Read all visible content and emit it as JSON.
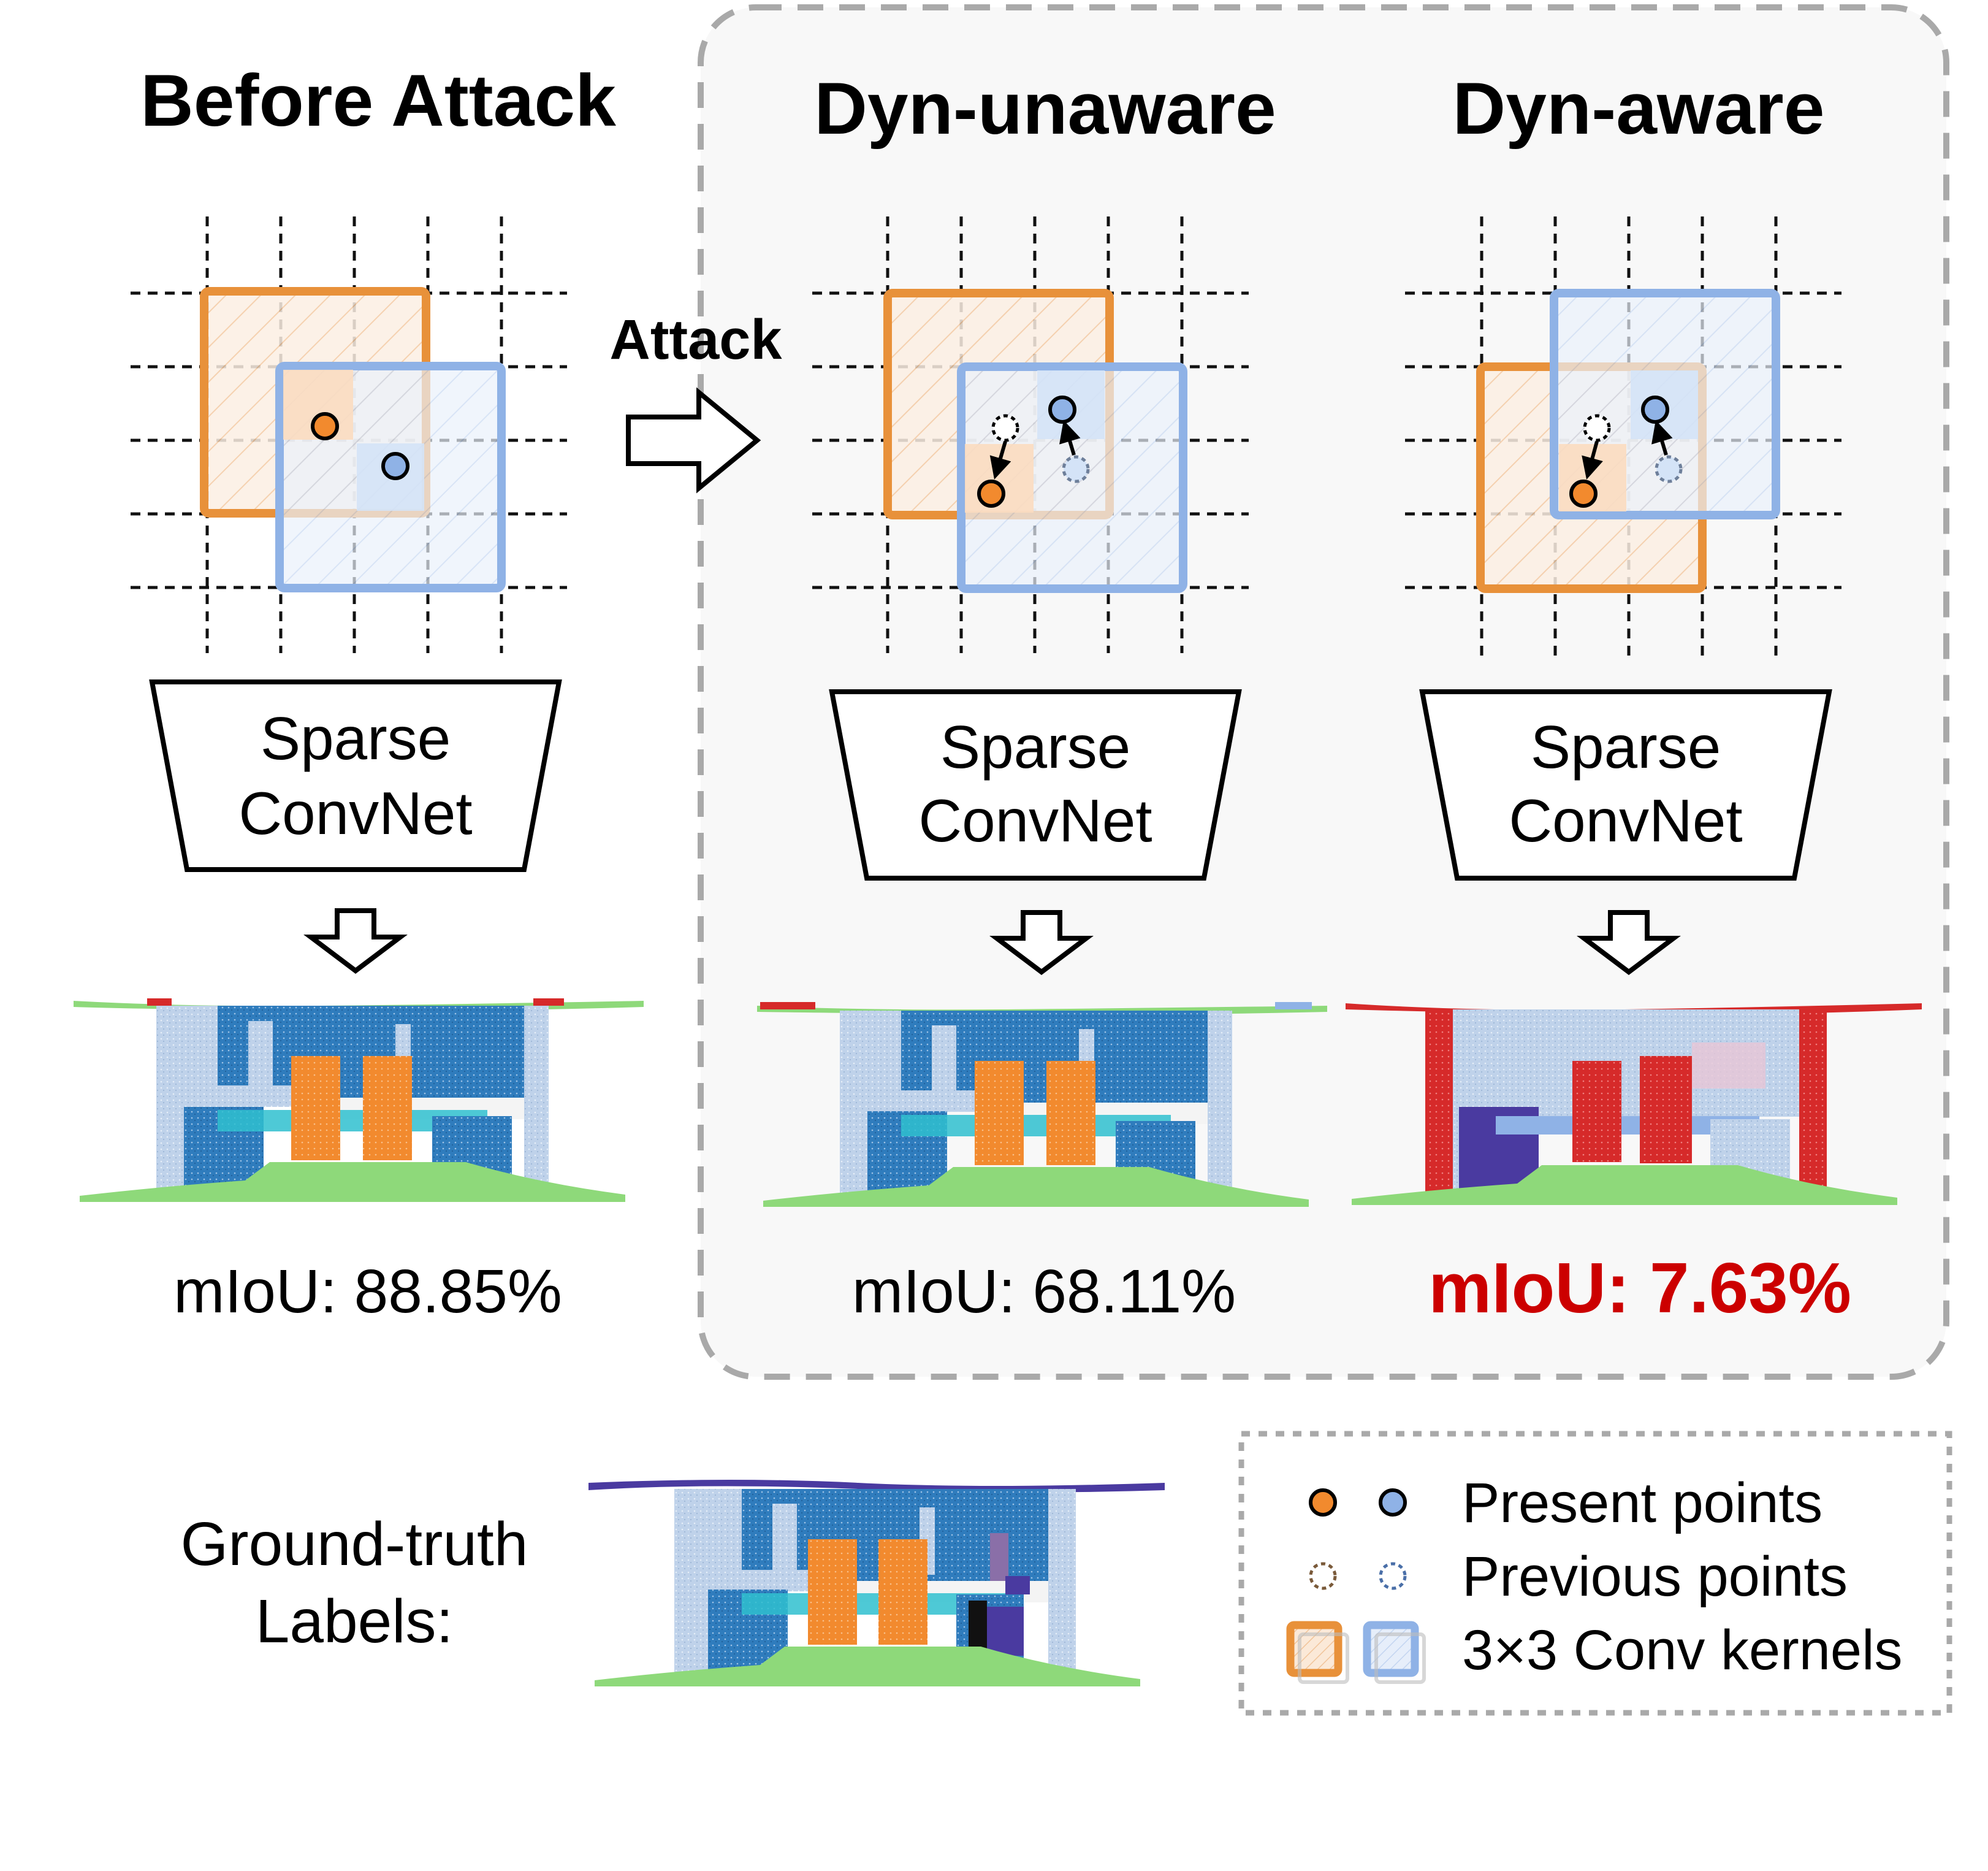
{
  "headers": {
    "before": "Before Attack",
    "unaware": "Dyn-unaware",
    "aware": "Dyn-aware"
  },
  "attack_label": "Attack",
  "network_label": {
    "line1": "Sparse",
    "line2": "ConvNet"
  },
  "results": {
    "before": "mIoU: 88.85%",
    "unaware": "mIoU: 68.11%",
    "aware": "mIoU: 7.63%"
  },
  "ground_truth_label": {
    "line1": "Ground-truth",
    "line2": "Labels:"
  },
  "legend": {
    "present_points": "Present points",
    "previous_points": "Previous points",
    "conv_kernels": "3×3 Conv kernels"
  },
  "colors": {
    "orange": "#E8913A",
    "blue": "#8FB2E6",
    "highlight_red": "#CC0000",
    "seg_blue": "#2F7CBD",
    "seg_light": "#B8CDE6",
    "seg_orange": "#F28A2E",
    "seg_green": "#8ED97A",
    "seg_cyan": "#2FC0CF",
    "seg_red": "#D62A2A",
    "seg_purple": "#4A3AA0"
  }
}
